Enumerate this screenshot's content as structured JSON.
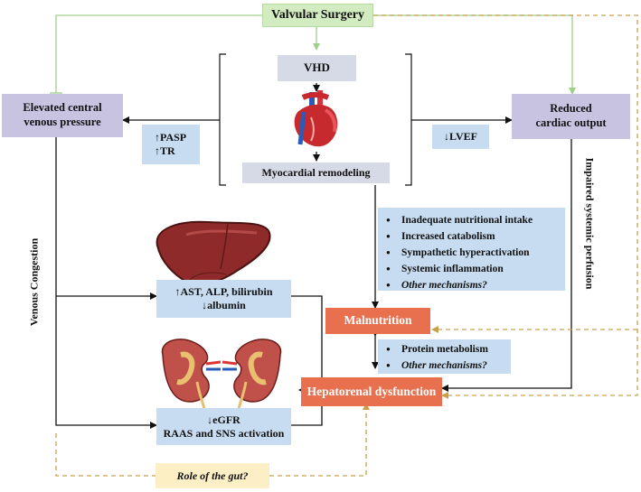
{
  "nodes": {
    "valvular_surgery": "Valvular Surgery",
    "vhd": "VHD",
    "myocardial_remodeling": "Myocardial remodeling",
    "elevated_cvp": [
      "Elevated central",
      "venous pressure"
    ],
    "reduced_co": [
      "Reduced",
      "cardiac output"
    ],
    "pasp_tr": [
      "↑PASP",
      "↑TR"
    ],
    "lvef": "↓LVEF",
    "liver_labs": [
      "↑AST, ALP, bilirubin",
      "↓albumin"
    ],
    "kidney_labs": [
      "↓eGFR",
      "RAAS and SNS activation"
    ],
    "malnutrition": "Malnutrition",
    "hepatorenal": "Hepatorenal dysfunction",
    "role_of_gut": "Role of the gut?"
  },
  "mechanisms": [
    {
      "text": "Inadequate nutritional intake",
      "italic": false
    },
    {
      "text": "Increased catabolism",
      "italic": false
    },
    {
      "text": "Sympathetic hyperactivation",
      "italic": false
    },
    {
      "text": "Systemic inflammation",
      "italic": false
    },
    {
      "text": "Other mechanisms?",
      "italic": true
    }
  ],
  "protein_mechanisms": [
    {
      "text": "Protein metabolism",
      "italic": false
    },
    {
      "text": "Other mechanisms?",
      "italic": true
    }
  ],
  "labels": {
    "venous_congestion": "Venous Congestion",
    "impaired_perfusion": "Impaired systemic perfusion"
  },
  "colors": {
    "surgery_green": "#9fd08a",
    "gut_dashed": "#c9a04a",
    "main_arrow": "#111111"
  },
  "icons": [
    "heart-icon",
    "liver-icon",
    "kidneys-icon"
  ]
}
